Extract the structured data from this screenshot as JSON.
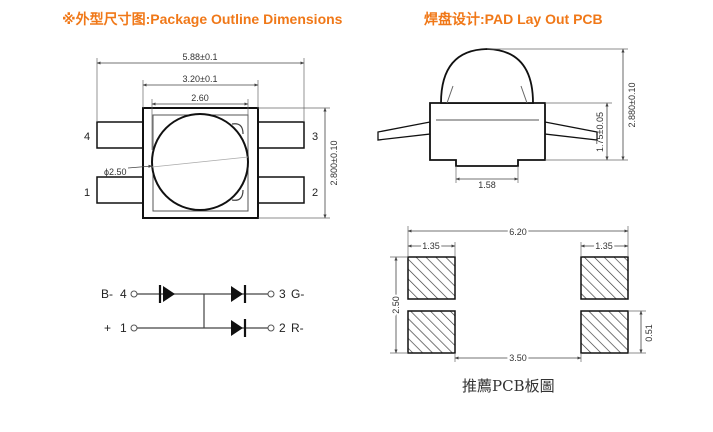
{
  "headings": {
    "left_cn": "※外型尺寸图:",
    "left_en": "Package Outline Dimensions",
    "right_cn": "焊盘设计:",
    "right_en": "PAD Lay Out PCB"
  },
  "outline": {
    "width_total": "5.88±0.1",
    "width_body": "3.20±0.1",
    "width_lens": "2.60",
    "height": "2.800±0.10",
    "lens_diameter": "ϕ2.50",
    "pin_4": "4",
    "pin_3": "3",
    "pin_1": "1",
    "pin_2": "2"
  },
  "side_view": {
    "height_total": "2.880±0.10",
    "height_body": "1.75±0.05",
    "width_pad": "1.58"
  },
  "circuit": {
    "b_label": "B-",
    "b_pin": "4",
    "g_pin": "3",
    "g_label": "G-",
    "plus_label": "+",
    "plus_pin": "1",
    "r_pin": "2",
    "r_label": "R-"
  },
  "pcb": {
    "total_width": "6.20",
    "pad_width_left": "1.35",
    "pad_width_right": "1.35",
    "height": "2.50",
    "inner_spacing": "3.50",
    "pad_height": "0.51",
    "caption": "推薦PCB板圖"
  }
}
